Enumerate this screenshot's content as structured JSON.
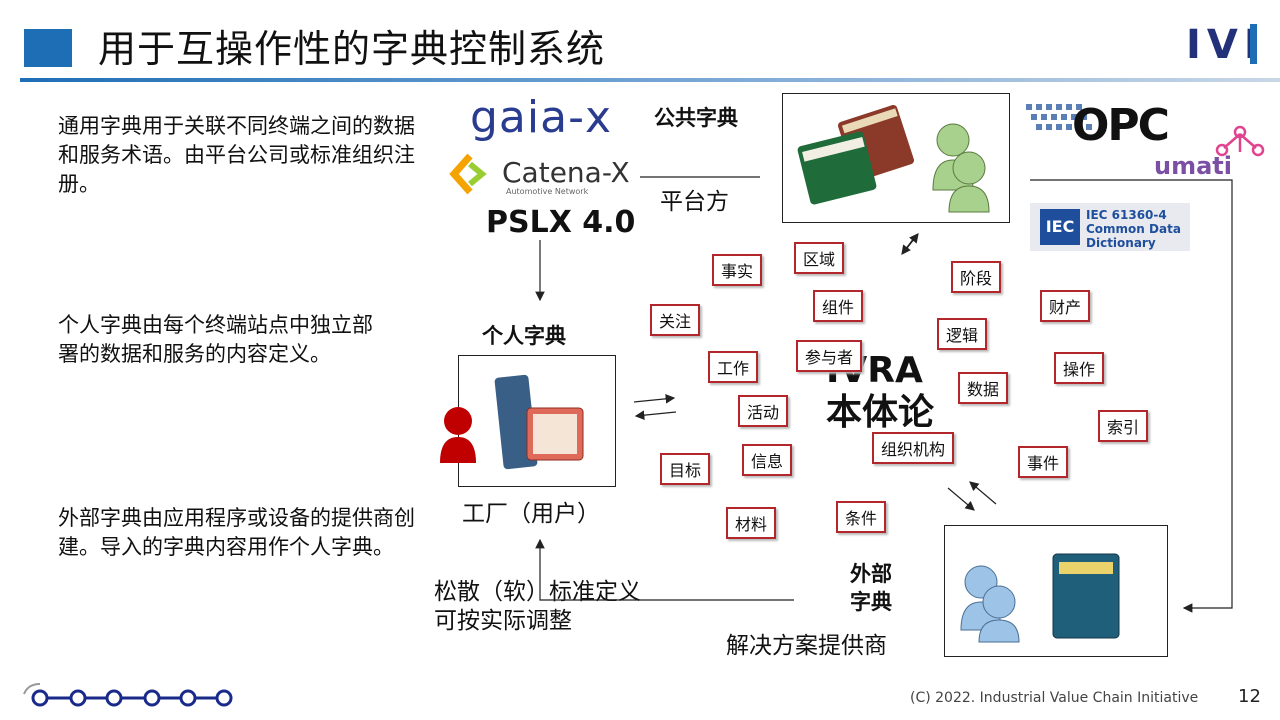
{
  "header": {
    "title": "用于互操作性的字典控制系统",
    "logo": "IVI"
  },
  "left_texts": {
    "common": "通用字典用于关联不同终端之间的数据和服务术语。由平台公司或标准组织注册。",
    "personal": "个人字典由每个终端站点中独立部署的数据和服务的内容定义。",
    "external": "外部字典由应用程序或设备的提供商创建。导入的字典内容用作个人字典。"
  },
  "logos": {
    "gaiax": "gaia-x",
    "catenax": "Catena-X",
    "catenax_sub": "Automotive Network",
    "pslx": "PSLX 4.0",
    "opc": "OPC",
    "umati": "umati",
    "iec_mark": "IEC",
    "iec_text": "IEC 61360-4 Common Data Dictionary"
  },
  "labels": {
    "public_dict": "公共字典",
    "platform": "平台方",
    "personal_dict": "个人字典",
    "factory": "工厂（用户）",
    "loose_std_1": "松散（软）标准定义",
    "loose_std_2": "可按实际调整",
    "external_dict_1": "外部",
    "external_dict_2": "字典",
    "solution_provider": "解决方案提供商",
    "ivra_1": "IVRA",
    "ivra_2": "本体论"
  },
  "tags": [
    "事实",
    "区域",
    "阶段",
    "财产",
    "组件",
    "关注",
    "逻辑",
    "参与者",
    "工作",
    "操作",
    "数据",
    "活动",
    "索引",
    "目标",
    "信息",
    "组织机构",
    "事件",
    "条件",
    "材料"
  ],
  "footer": {
    "copyright": "(C) 2022. Industrial Value Chain Initiative",
    "page": "12"
  },
  "colors": {
    "accent": "#1e6eb5",
    "tag_border": "#b3262b",
    "person_green": "#a9d18e",
    "person_blue": "#9dc3e6",
    "person_red": "#c00000"
  }
}
